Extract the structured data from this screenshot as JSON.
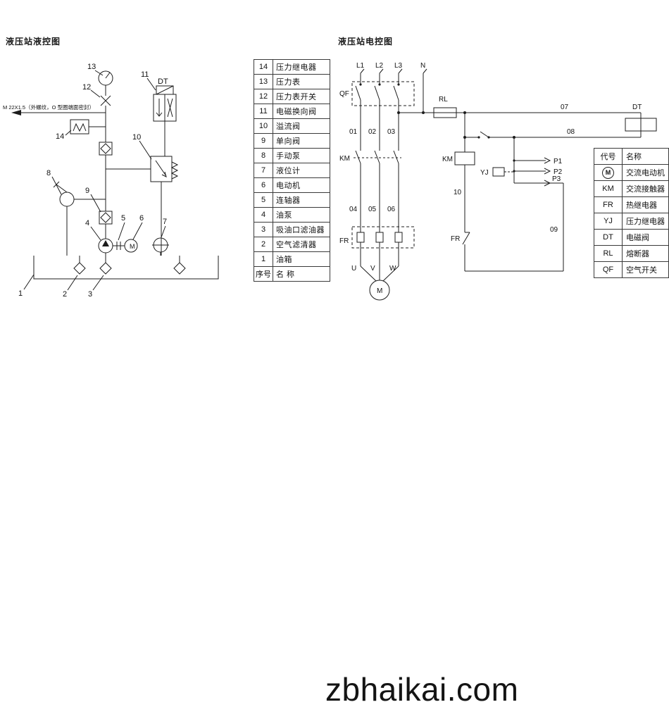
{
  "page": {
    "watermark": "zbhaikai.com"
  },
  "hydraulic": {
    "title": "液压站液控图",
    "note": "M 22X1.5（外螺纹，O 型圈端面密封）",
    "valve_label": "DT",
    "motor_letter": "M",
    "callouts": {
      "c1": "1",
      "c2": "2",
      "c3": "3",
      "c4": "4",
      "c5": "5",
      "c6": "6",
      "c7": "7",
      "c8": "8",
      "c9": "9",
      "c10": "10",
      "c11": "11",
      "c12": "12",
      "c13": "13",
      "c14": "14"
    }
  },
  "electrical": {
    "title": "液压站电控图",
    "labels": {
      "l1": "L1",
      "l2": "L2",
      "l3": "L3",
      "n": "N",
      "qf": "QF",
      "km_contacts": "KM",
      "fr_box": "FR",
      "rl": "RL",
      "km_coil": "KM",
      "yj": "YJ",
      "fr_contact": "FR",
      "dt": "DT",
      "w01": "01",
      "w02": "02",
      "w03": "03",
      "w04": "04",
      "w05": "05",
      "w06": "06",
      "w07": "07",
      "w08": "08",
      "w09": "09",
      "w10": "10",
      "p1": "P1",
      "p2": "P2",
      "p3": "P3",
      "u": "U",
      "v": "V",
      "w": "W",
      "motor": "M"
    }
  },
  "parts_table": {
    "rows": [
      {
        "num": "14",
        "name": "压力继电器"
      },
      {
        "num": "13",
        "name": "压力表"
      },
      {
        "num": "12",
        "name": "压力表开关"
      },
      {
        "num": "11",
        "name": "电磁换向阀"
      },
      {
        "num": "10",
        "name": "溢流阀"
      },
      {
        "num": "9",
        "name": "单向阀"
      },
      {
        "num": "8",
        "name": "手动泵"
      },
      {
        "num": "7",
        "name": "液位计"
      },
      {
        "num": "6",
        "name": "电动机"
      },
      {
        "num": "5",
        "name": "连轴器"
      },
      {
        "num": "4",
        "name": "油泵"
      },
      {
        "num": "3",
        "name": "吸油口滤油器"
      },
      {
        "num": "2",
        "name": "空气滤清器"
      },
      {
        "num": "1",
        "name": "油箱"
      }
    ],
    "footer": {
      "num": "序号",
      "name": "名  称"
    }
  },
  "legend_table": {
    "header": {
      "code": "代号",
      "name": "名称"
    },
    "rows": [
      {
        "code": "M",
        "name": "交流电动机"
      },
      {
        "code": "KM",
        "name": "交流接触器"
      },
      {
        "code": "FR",
        "name": "热继电器"
      },
      {
        "code": "YJ",
        "name": "压力继电器"
      },
      {
        "code": "DT",
        "name": "电磁阀"
      },
      {
        "code": "RL",
        "name": "熔断器"
      },
      {
        "code": "QF",
        "name": "空气开关"
      }
    ]
  }
}
